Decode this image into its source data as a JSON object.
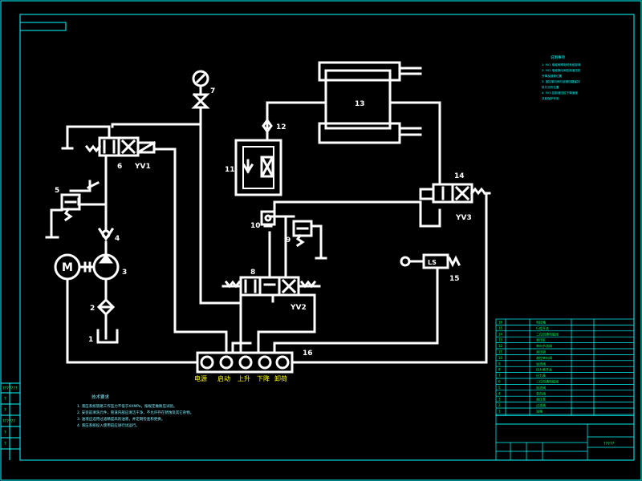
{
  "colors": {
    "background": "#000000",
    "circuit": "#ffffff",
    "frame": "#00ffff",
    "table_text": "#00ff66",
    "note_text": "#7cf0ff"
  },
  "labels": {
    "tank": "1",
    "filter": "2",
    "pump": "3",
    "check_valve": "4",
    "relief_valve_left": "5",
    "solenoid_valve_top": "6",
    "gauge": "7",
    "gauge_switch": "8",
    "relief_valve_mid": "9",
    "pilot_check": "10",
    "hydraulic_lock": "11",
    "throttle": "12",
    "cylinder": "13",
    "solenoid_valve_right": "14",
    "limit_switch": "15",
    "control_box": "16",
    "motor": "M",
    "limit_switch_tag": "LS",
    "coil_top": "YV1",
    "coil_bottom": "YV2",
    "coil_right": "YV3"
  },
  "control_buttons": [
    "电源",
    "启动",
    "上升",
    "下降",
    "卸荷"
  ],
  "tech_notes": {
    "title": "技术要求",
    "lines": [
      "1. 液压系统管路工作压力不低于XXMPa，按规定做耐压试验。",
      "2. 安装前清洗元件，管道内部应清洁干净，不允许存在锈蚀及其它杂物。",
      "3. 油液应选用过滤精度高的油液，并定期检查和更换。",
      "4. 液压系统投入使用前应进行试运行。"
    ]
  },
  "legend_notes": {
    "title": "说明事项",
    "lines": [
      "1. YV1 电磁阀得电时系统卸荷",
      "2. YV2 电磁换向阀控制液压缸",
      "   升降及锁紧位置",
      "3. 液控单向阀与锁紧回路保持",
      "   执行元件位置",
      "4. YV3 控制液压缸下降速度",
      "   并起保护作用"
    ]
  },
  "parts_table": {
    "rows": [
      {
        "no": "16",
        "name": "电控箱"
      },
      {
        "no": "15",
        "name": "行程开关"
      },
      {
        "no": "14",
        "name": "二位四通电磁阀"
      },
      {
        "no": "13",
        "name": "液压缸"
      },
      {
        "no": "12",
        "name": "单向节流阀"
      },
      {
        "no": "11",
        "name": "液压锁"
      },
      {
        "no": "10",
        "name": "液控单向阀"
      },
      {
        "no": "9",
        "name": "溢流阀"
      },
      {
        "no": "8",
        "name": "压力表开关"
      },
      {
        "no": "7",
        "name": "压力表"
      },
      {
        "no": "6",
        "name": "三位四通电磁阀"
      },
      {
        "no": "5",
        "name": "溢流阀"
      },
      {
        "no": "4",
        "name": "单向阀"
      },
      {
        "no": "3",
        "name": "液压泵"
      },
      {
        "no": "2",
        "name": "过滤器"
      },
      {
        "no": "1",
        "name": "油箱"
      }
    ],
    "title_block_code": "?????"
  },
  "left_strip": [
    "???????",
    "?",
    "?",
    "??????",
    "?",
    "?"
  ]
}
